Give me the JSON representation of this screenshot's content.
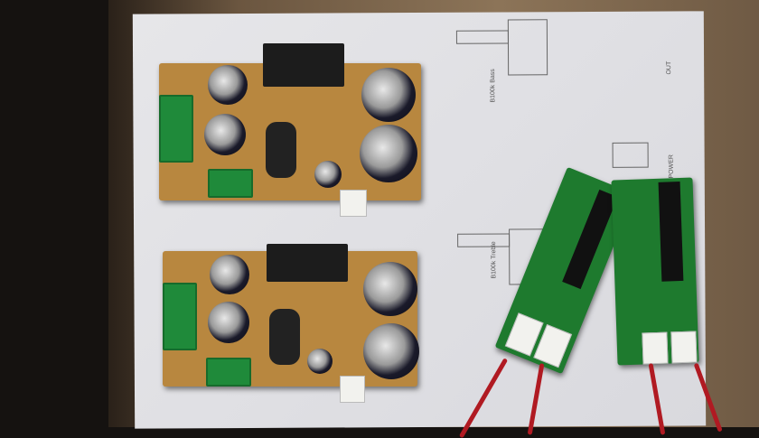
{
  "schematic": {
    "pot_top": "B100k Bass",
    "pot_bottom": "B100k Treble",
    "out_label": "OUT",
    "power_label": "POWER"
  }
}
